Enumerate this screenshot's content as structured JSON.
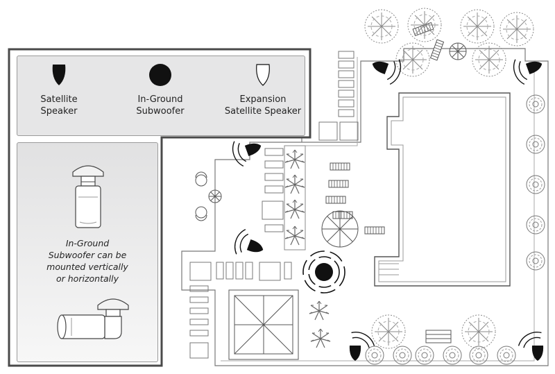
{
  "legend": {
    "items": [
      {
        "label_line1": "Satellite",
        "label_line2": "Speaker",
        "icon": "satellite-speaker-icon",
        "fill": "#111111"
      },
      {
        "label_line1": "In-Ground",
        "label_line2": "Subwoofer",
        "icon": "in-ground-subwoofer-icon",
        "fill": "#111111"
      },
      {
        "label_line1": "Expansion",
        "label_line2": "Satellite Speaker",
        "icon": "expansion-satellite-speaker-icon",
        "fill": "#ffffff"
      }
    ]
  },
  "info": {
    "line1": "In-Ground",
    "line2": "Subwoofer can be",
    "line3": "mounted vertically",
    "line4": "or horizontally"
  },
  "colors": {
    "panel": "#e6e6e7",
    "outline": "#5a5a5a",
    "speaker": "#111111"
  }
}
